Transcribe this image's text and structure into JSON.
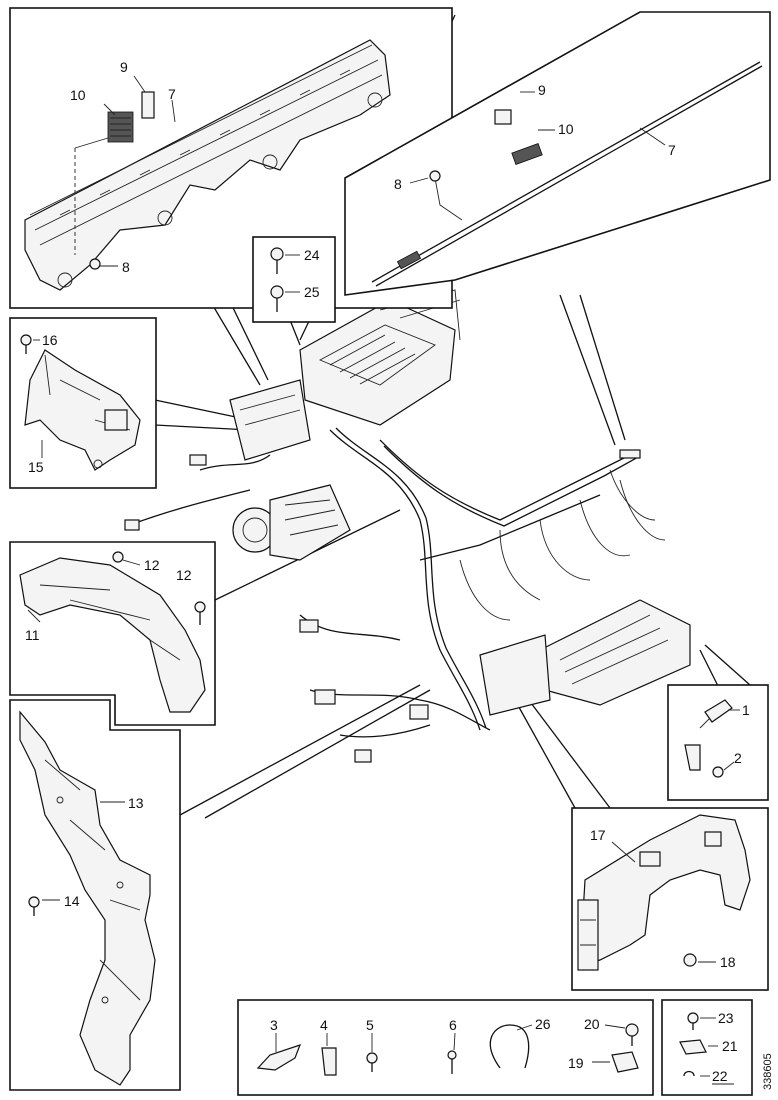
{
  "labels": {
    "top_left_box": [
      "10",
      "9",
      "7",
      "8"
    ],
    "top_right_box": [
      "9",
      "10",
      "7",
      "8"
    ],
    "bolt_box": [
      "24",
      "25"
    ],
    "box_15": [
      "16",
      "15"
    ],
    "box_11": [
      "12",
      "12",
      "11"
    ],
    "box_13": [
      "13",
      "14"
    ],
    "box_1_2": [
      "1",
      "2"
    ],
    "box_17": [
      "17",
      "18"
    ],
    "bottom_box": [
      "3",
      "4",
      "5",
      "6",
      "26",
      "20",
      "19"
    ],
    "bottom_right_box": [
      "23",
      "21",
      "22"
    ]
  },
  "side_code": "338605"
}
